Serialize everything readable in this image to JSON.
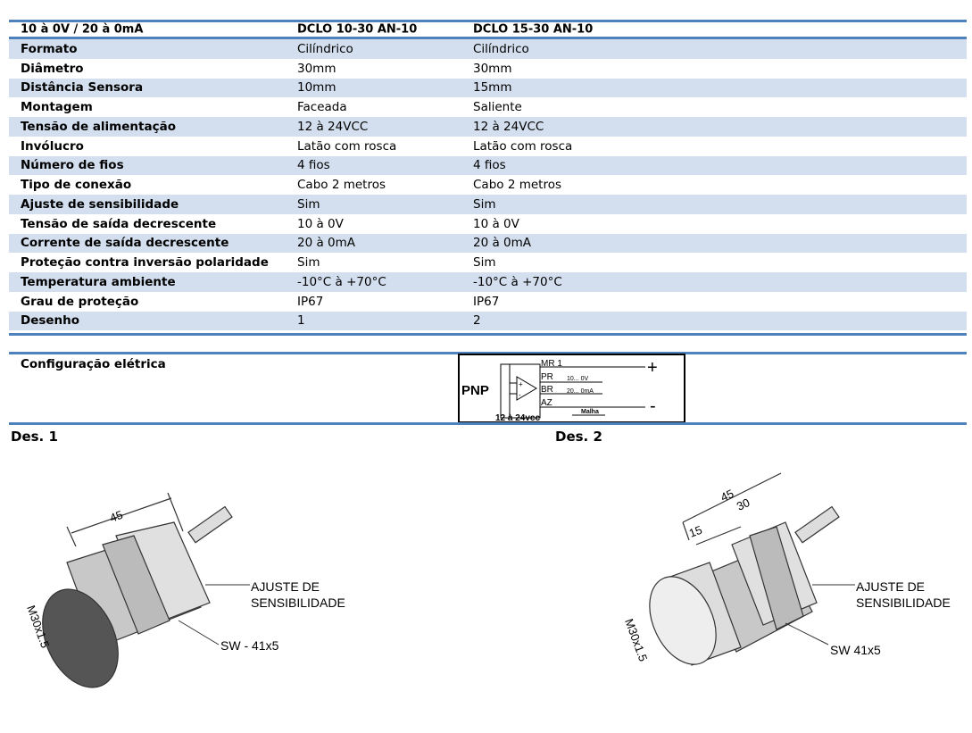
{
  "table": {
    "header": [
      "10 à 0V / 20 à 0mA",
      "DCLO 10-30 AN-10",
      "DCLO 15-30 AN-10"
    ],
    "rows": [
      [
        "Formato",
        "Cilíndrico",
        "Cilíndrico"
      ],
      [
        "Diâmetro",
        "30mm",
        "30mm"
      ],
      [
        "Distância Sensora",
        "10mm",
        "15mm"
      ],
      [
        "Montagem",
        "Faceada",
        "Saliente"
      ],
      [
        "Tensão de alimentação",
        "12 à 24VCC",
        "12 à 24VCC"
      ],
      [
        "Invólucro",
        "Latão com rosca",
        "Latão com rosca"
      ],
      [
        "Número de fios",
        "4 fios",
        "4 fios"
      ],
      [
        "Tipo de conexão",
        "Cabo 2 metros",
        "Cabo 2 metros"
      ],
      [
        "Ajuste de sensibilidade",
        "Sim",
        "Sim"
      ],
      [
        "Tensão de saída decrescente",
        "10 à 0V",
        "10 à 0V"
      ],
      [
        "Corrente de saída decrescente",
        "20 à 0mA",
        "20 à 0mA"
      ],
      [
        "Proteção contra inversão polaridade",
        "Sim",
        "Sim"
      ],
      [
        "Temperatura ambiente",
        "-10°C à +70°C",
        "-10°C à +70°C"
      ],
      [
        "Grau de proteção",
        "IP67",
        "IP67"
      ],
      [
        "Desenho",
        "1",
        "2"
      ]
    ]
  },
  "electrical": {
    "label": "Configuração elétrica",
    "type": "PNP",
    "mr": "MR 1",
    "pr": "PR",
    "br": "BR",
    "az": "AZ",
    "v_out": "10... 0V",
    "i_out": "20... 0mA",
    "malha": "Malha",
    "supply": "12 à 24vcc",
    "plus": "+",
    "minus": "-"
  },
  "drawings": [
    {
      "title": "Des. 1",
      "dim_length": "45",
      "thread": "M30x1.5",
      "adjust": "AJUSTE DE",
      "adjust2": "SENSIBILIDADE",
      "wrench": "SW - 41x5"
    },
    {
      "title": "Des. 2",
      "dim_length": "45",
      "dim_body": "30",
      "dim_face": "15",
      "thread": "M30x1.5",
      "adjust": "AJUSTE DE",
      "adjust2": "SENSIBILIDADE",
      "wrench": "SW 41x5"
    }
  ]
}
